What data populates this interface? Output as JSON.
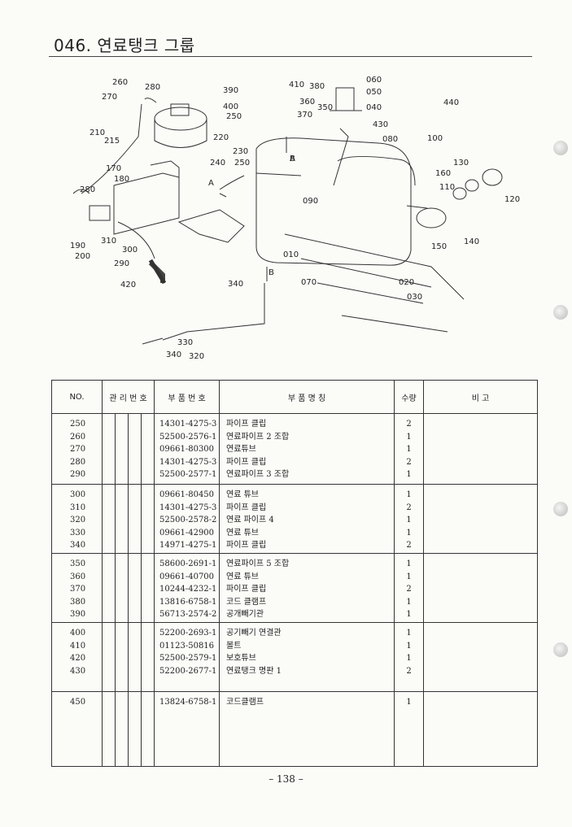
{
  "title": "046. 연료탱크 그룹",
  "diagram_labels": [
    "260",
    "280",
    "270",
    "210",
    "215",
    "220",
    "250",
    "400",
    "390",
    "410",
    "380",
    "360",
    "350",
    "370",
    "060",
    "050",
    "040",
    "440",
    "430",
    "080",
    "100",
    "130",
    "160",
    "110",
    "120",
    "140",
    "150",
    "090",
    "010",
    "020",
    "030",
    "070",
    "230",
    "240",
    "250",
    "170",
    "180",
    "280",
    "190",
    "200",
    "310",
    "300",
    "290",
    "420",
    "340",
    "330",
    "340",
    "320",
    "A",
    "A",
    "B",
    "B"
  ],
  "table": {
    "headers": [
      "NO.",
      "관 리 번 호",
      "부 품 번 호",
      "부   품   명   칭",
      "수량",
      "비    고"
    ],
    "groups": [
      {
        "rows": [
          {
            "no": "250",
            "part": "14301-4275-3",
            "name": "파이프 클립",
            "qty": "2"
          },
          {
            "no": "260",
            "part": "52500-2576-1",
            "name": "연료파이프 2 조합",
            "qty": "1"
          },
          {
            "no": "270",
            "part": "09661-80300",
            "name": "연료튜브",
            "qty": "1"
          },
          {
            "no": "280",
            "part": "14301-4275-3",
            "name": "파이프 클립",
            "qty": "2"
          },
          {
            "no": "290",
            "part": "52500-2577-1",
            "name": "연료파이프 3 조합",
            "qty": "1"
          }
        ]
      },
      {
        "rows": [
          {
            "no": "300",
            "part": "09661-80450",
            "name": "연료 튜브",
            "qty": "1"
          },
          {
            "no": "310",
            "part": "14301-4275-3",
            "name": "파이프 클립",
            "qty": "2"
          },
          {
            "no": "320",
            "part": "52500-2578-2",
            "name": "연료 파이프 4",
            "qty": "1"
          },
          {
            "no": "330",
            "part": "09661-42900",
            "name": "연료 튜브",
            "qty": "1"
          },
          {
            "no": "340",
            "part": "14971-4275-1",
            "name": "파이프 클립",
            "qty": "2"
          }
        ]
      },
      {
        "rows": [
          {
            "no": "350",
            "part": "58600-2691-1",
            "name": "연료파이프 5 조합",
            "qty": "1"
          },
          {
            "no": "360",
            "part": "09661-40700",
            "name": "연료 튜브",
            "qty": "1"
          },
          {
            "no": "370",
            "part": "10244-4232-1",
            "name": "파이프 클립",
            "qty": "2"
          },
          {
            "no": "380",
            "part": "13816-6758-1",
            "name": "코드 클램프",
            "qty": "1"
          },
          {
            "no": "390",
            "part": "56713-2574-2",
            "name": "공개빼기관",
            "qty": "1"
          }
        ]
      },
      {
        "rows": [
          {
            "no": "400",
            "part": "52200-2693-1",
            "name": "공기빼기 연결관",
            "qty": "1"
          },
          {
            "no": "410",
            "part": "01123-50816",
            "name": "볼트",
            "qty": "1"
          },
          {
            "no": "420",
            "part": "52500-2579-1",
            "name": "보호튜브",
            "qty": "1"
          },
          {
            "no": "430",
            "part": "52200-2677-1",
            "name": "연료탱크 명판 1",
            "qty": "2"
          }
        ]
      },
      {
        "rows": [
          {
            "no": "450",
            "part": "13824-6758-1",
            "name": "코드클램프",
            "qty": "1"
          }
        ]
      }
    ]
  },
  "page_number": "– 138 –"
}
